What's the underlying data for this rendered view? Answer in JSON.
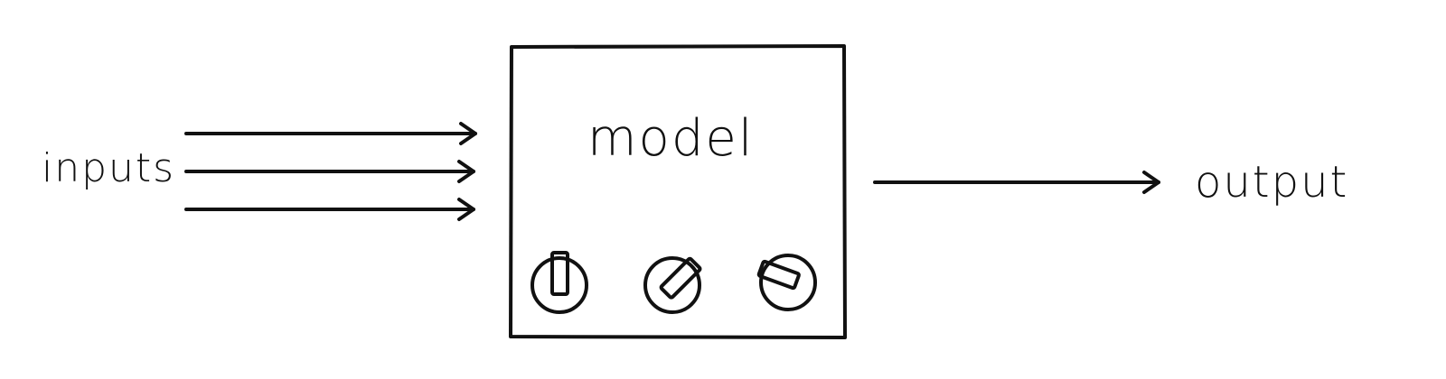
{
  "diagram": {
    "inputs_label": "inputs",
    "model_label": "model",
    "output_label": "output",
    "input_arrow_count": 3,
    "knob_count": 3,
    "knobs": [
      {
        "name": "knob-1",
        "pointer_angle_deg": 0
      },
      {
        "name": "knob-2",
        "pointer_angle_deg": 45
      },
      {
        "name": "knob-3",
        "pointer_angle_deg": -70
      }
    ]
  }
}
